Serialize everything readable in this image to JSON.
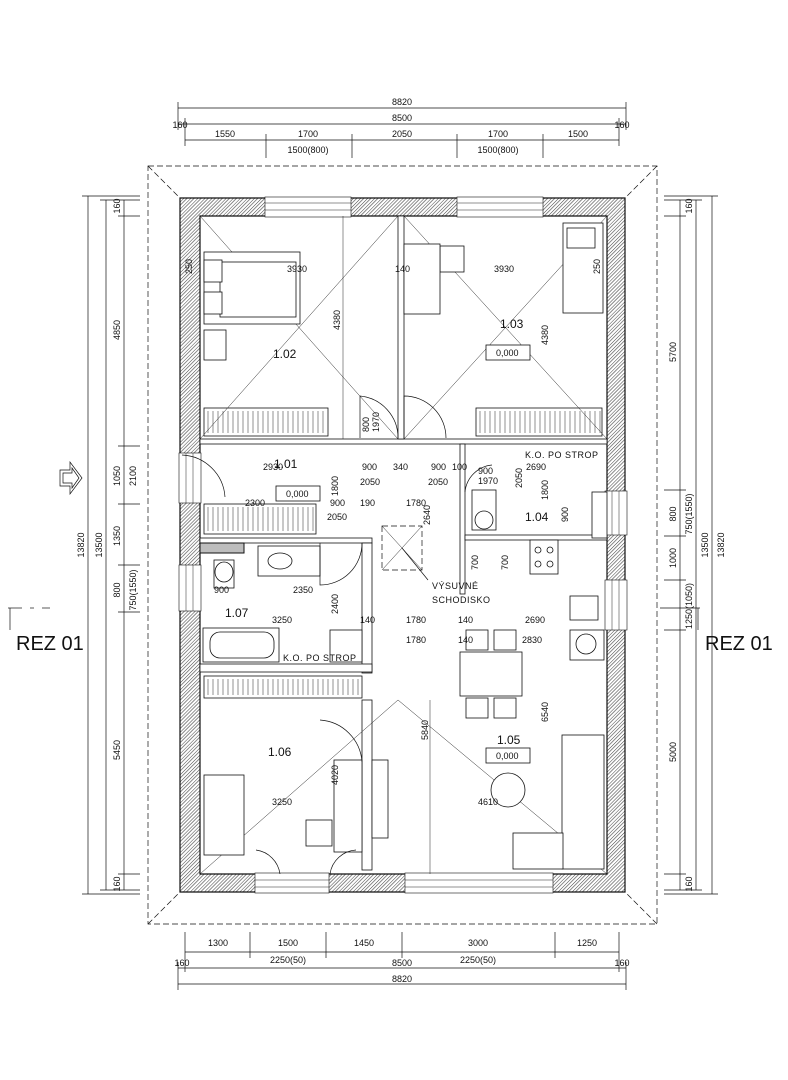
{
  "dimensions_top": {
    "overall_outer": "8820",
    "overall": "8500",
    "edge_left": "160",
    "edge_right": "160",
    "segments": [
      "1550",
      "1700",
      "2050",
      "1700",
      "1500"
    ],
    "windows": [
      "1500(800)",
      "1500(800)"
    ]
  },
  "dimensions_bottom": {
    "segments": [
      "1300",
      "1500",
      "1450",
      "3000",
      "1250"
    ],
    "edge_left": "160",
    "edge_right": "160",
    "windows": [
      "2250(50)",
      "2250(50)"
    ],
    "overall": "8500",
    "overall_outer": "8820"
  },
  "dimensions_left": {
    "overall_outer": "13820",
    "overall": "13500",
    "segments": [
      "160",
      "4850",
      "1050",
      "2100",
      "1350",
      "800",
      "750(1550)",
      "5450",
      "160"
    ]
  },
  "dimensions_right": {
    "overall_outer": "13820",
    "overall": "13500",
    "segments": [
      "160",
      "5700",
      "800",
      "750(1550)",
      "1000",
      "1250(1050)",
      "5000",
      "160"
    ]
  },
  "section_markers": {
    "left": "REZ 01",
    "right": "REZ 01"
  },
  "rooms": [
    {
      "id": "1.01",
      "level": "0,000"
    },
    {
      "id": "1.02"
    },
    {
      "id": "1.03",
      "level": "0,000"
    },
    {
      "id": "1.04"
    },
    {
      "id": "1.05",
      "level": "0,000"
    },
    {
      "id": "1.06"
    },
    {
      "id": "1.07"
    }
  ],
  "notes": {
    "ceiling_1": "K.O. PO STROP",
    "ceiling_2": "K.O. PO STROP",
    "stair_1": "VÝSUVNÉ",
    "stair_2": "SCHODISKO"
  },
  "interior_dims": {
    "r102_width": "3930",
    "r102_height": "4380",
    "r103_width": "3930",
    "r103_height": "4380",
    "wall_140_a": "140",
    "corr_2930": "2930",
    "corr_900a": "900",
    "corr_340": "340",
    "corr_900b": "900",
    "corr_100": "100",
    "corr_2690": "2690",
    "corr_1800": "1800",
    "corr_2050a": "2050",
    "corr_2050b": "2050",
    "corr_2300": "2300",
    "corr_900c": "900",
    "corr_190": "190",
    "corr_1780a": "1780",
    "corr_2050c": "2050",
    "corr_2640": "2640",
    "wc_900": "900",
    "wc_1970": "1970",
    "wc_2050": "2050",
    "wc_1800": "1800",
    "wc_900b": "900",
    "bath_900": "900",
    "bath_2350": "2350",
    "bath_2400": "2400",
    "bath_3250": "3250",
    "wall_140_b": "140",
    "k_1780a": "1780",
    "k_140": "140",
    "k_2690": "2690",
    "k_1780b": "1780",
    "k_140b": "140",
    "k_2830": "2830",
    "k_6540": "6540",
    "k_5840": "5840",
    "k_4610": "4610",
    "r106_3250": "3250",
    "r106_4020": "4020",
    "k_700a": "700",
    "k_700b": "700",
    "door_800": "800",
    "door_1970": "1970",
    "wall_250": "250"
  }
}
